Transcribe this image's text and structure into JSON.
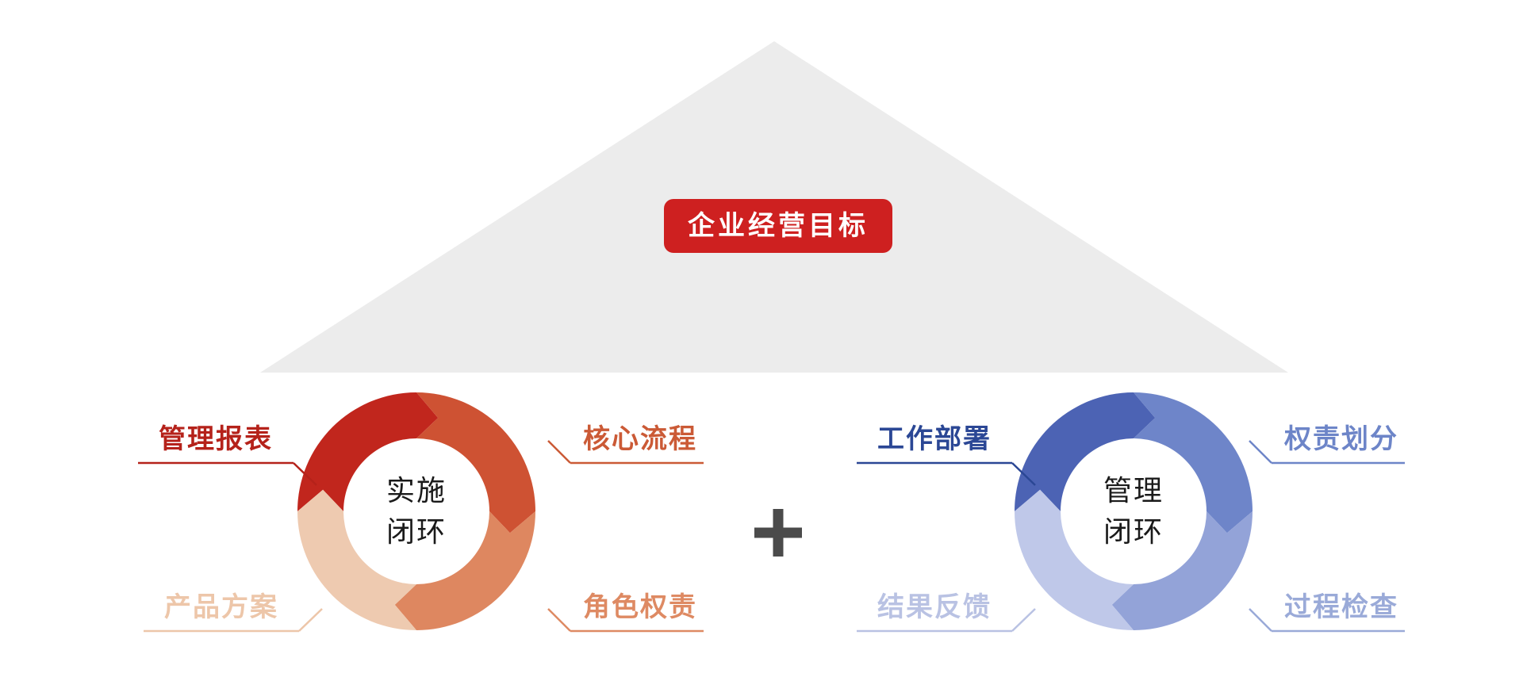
{
  "pyramid": {
    "triangle_color": "#ececec"
  },
  "title_badge": {
    "text": "企业经营目标",
    "bg": "#ce2020"
  },
  "plus_sign": "+",
  "left_cycle": {
    "center": [
      "实施",
      "闭环"
    ],
    "ring_segments": [
      "#c1261d",
      "#ce5233",
      "#de8760",
      "#eecab0"
    ],
    "labels": {
      "top_left": {
        "text": "管理报表",
        "color": "#b5221a"
      },
      "top_right": {
        "text": "核心流程",
        "color": "#cb5a36"
      },
      "bottom_left": {
        "text": "产品方案",
        "color": "#edc6a9"
      },
      "bottom_right": {
        "text": "角色权责",
        "color": "#de8a63"
      }
    }
  },
  "right_cycle": {
    "center": [
      "管理",
      "闭环"
    ],
    "ring_segments": [
      "#4c63b4",
      "#6e85c9",
      "#93a3d8",
      "#bfc8e9"
    ],
    "labels": {
      "top_left": {
        "text": "工作部署",
        "color": "#2b4795"
      },
      "top_right": {
        "text": "权责划分",
        "color": "#6d85c8"
      },
      "bottom_left": {
        "text": "结果反馈",
        "color": "#b9c2e3"
      },
      "bottom_right": {
        "text": "过程检查",
        "color": "#9aaad8"
      }
    }
  }
}
